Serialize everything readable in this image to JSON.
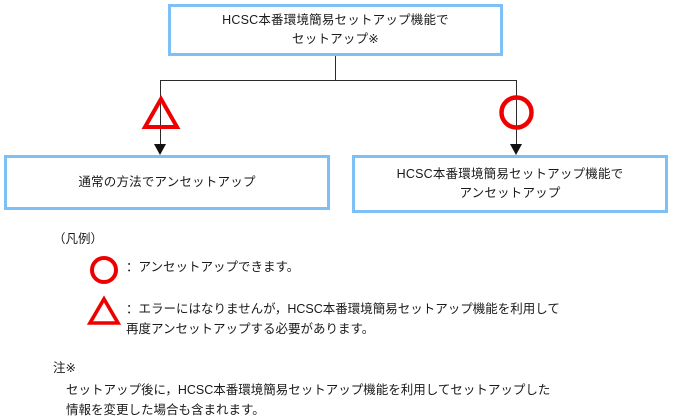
{
  "diagram": {
    "colors": {
      "box_border": "#7ec0f5",
      "box_fill": "#ffffff",
      "connector": "#2b2b2b",
      "symbol_red": "#ee0000",
      "text": "#1a1a1a"
    },
    "boxes": {
      "top": "HCSC本番環境簡易セットアップ機能で\nセットアップ※",
      "left": "通常の方法でアンセットアップ",
      "right": "HCSC本番環境簡易セットアップ機能で\nアンセットアップ"
    },
    "symbols": {
      "triangle_name": "warning-triangle-symbol",
      "circle_name": "ok-circle-symbol"
    }
  },
  "legend": {
    "title": "（凡例）",
    "items": [
      {
        "symbol": "circle",
        "text": "：アンセットアップできます。"
      },
      {
        "symbol": "triangle",
        "text": "：エラーにはなりませんが，HCSC本番環境簡易セットアップ機能を利用して\n再度アンセットアップする必要があります。"
      }
    ]
  },
  "footnote": {
    "marker": "注※",
    "text": "セットアップ後に，HCSC本番環境簡易セットアップ機能を利用してセットアップした\n情報を変更した場合も含まれます。"
  }
}
